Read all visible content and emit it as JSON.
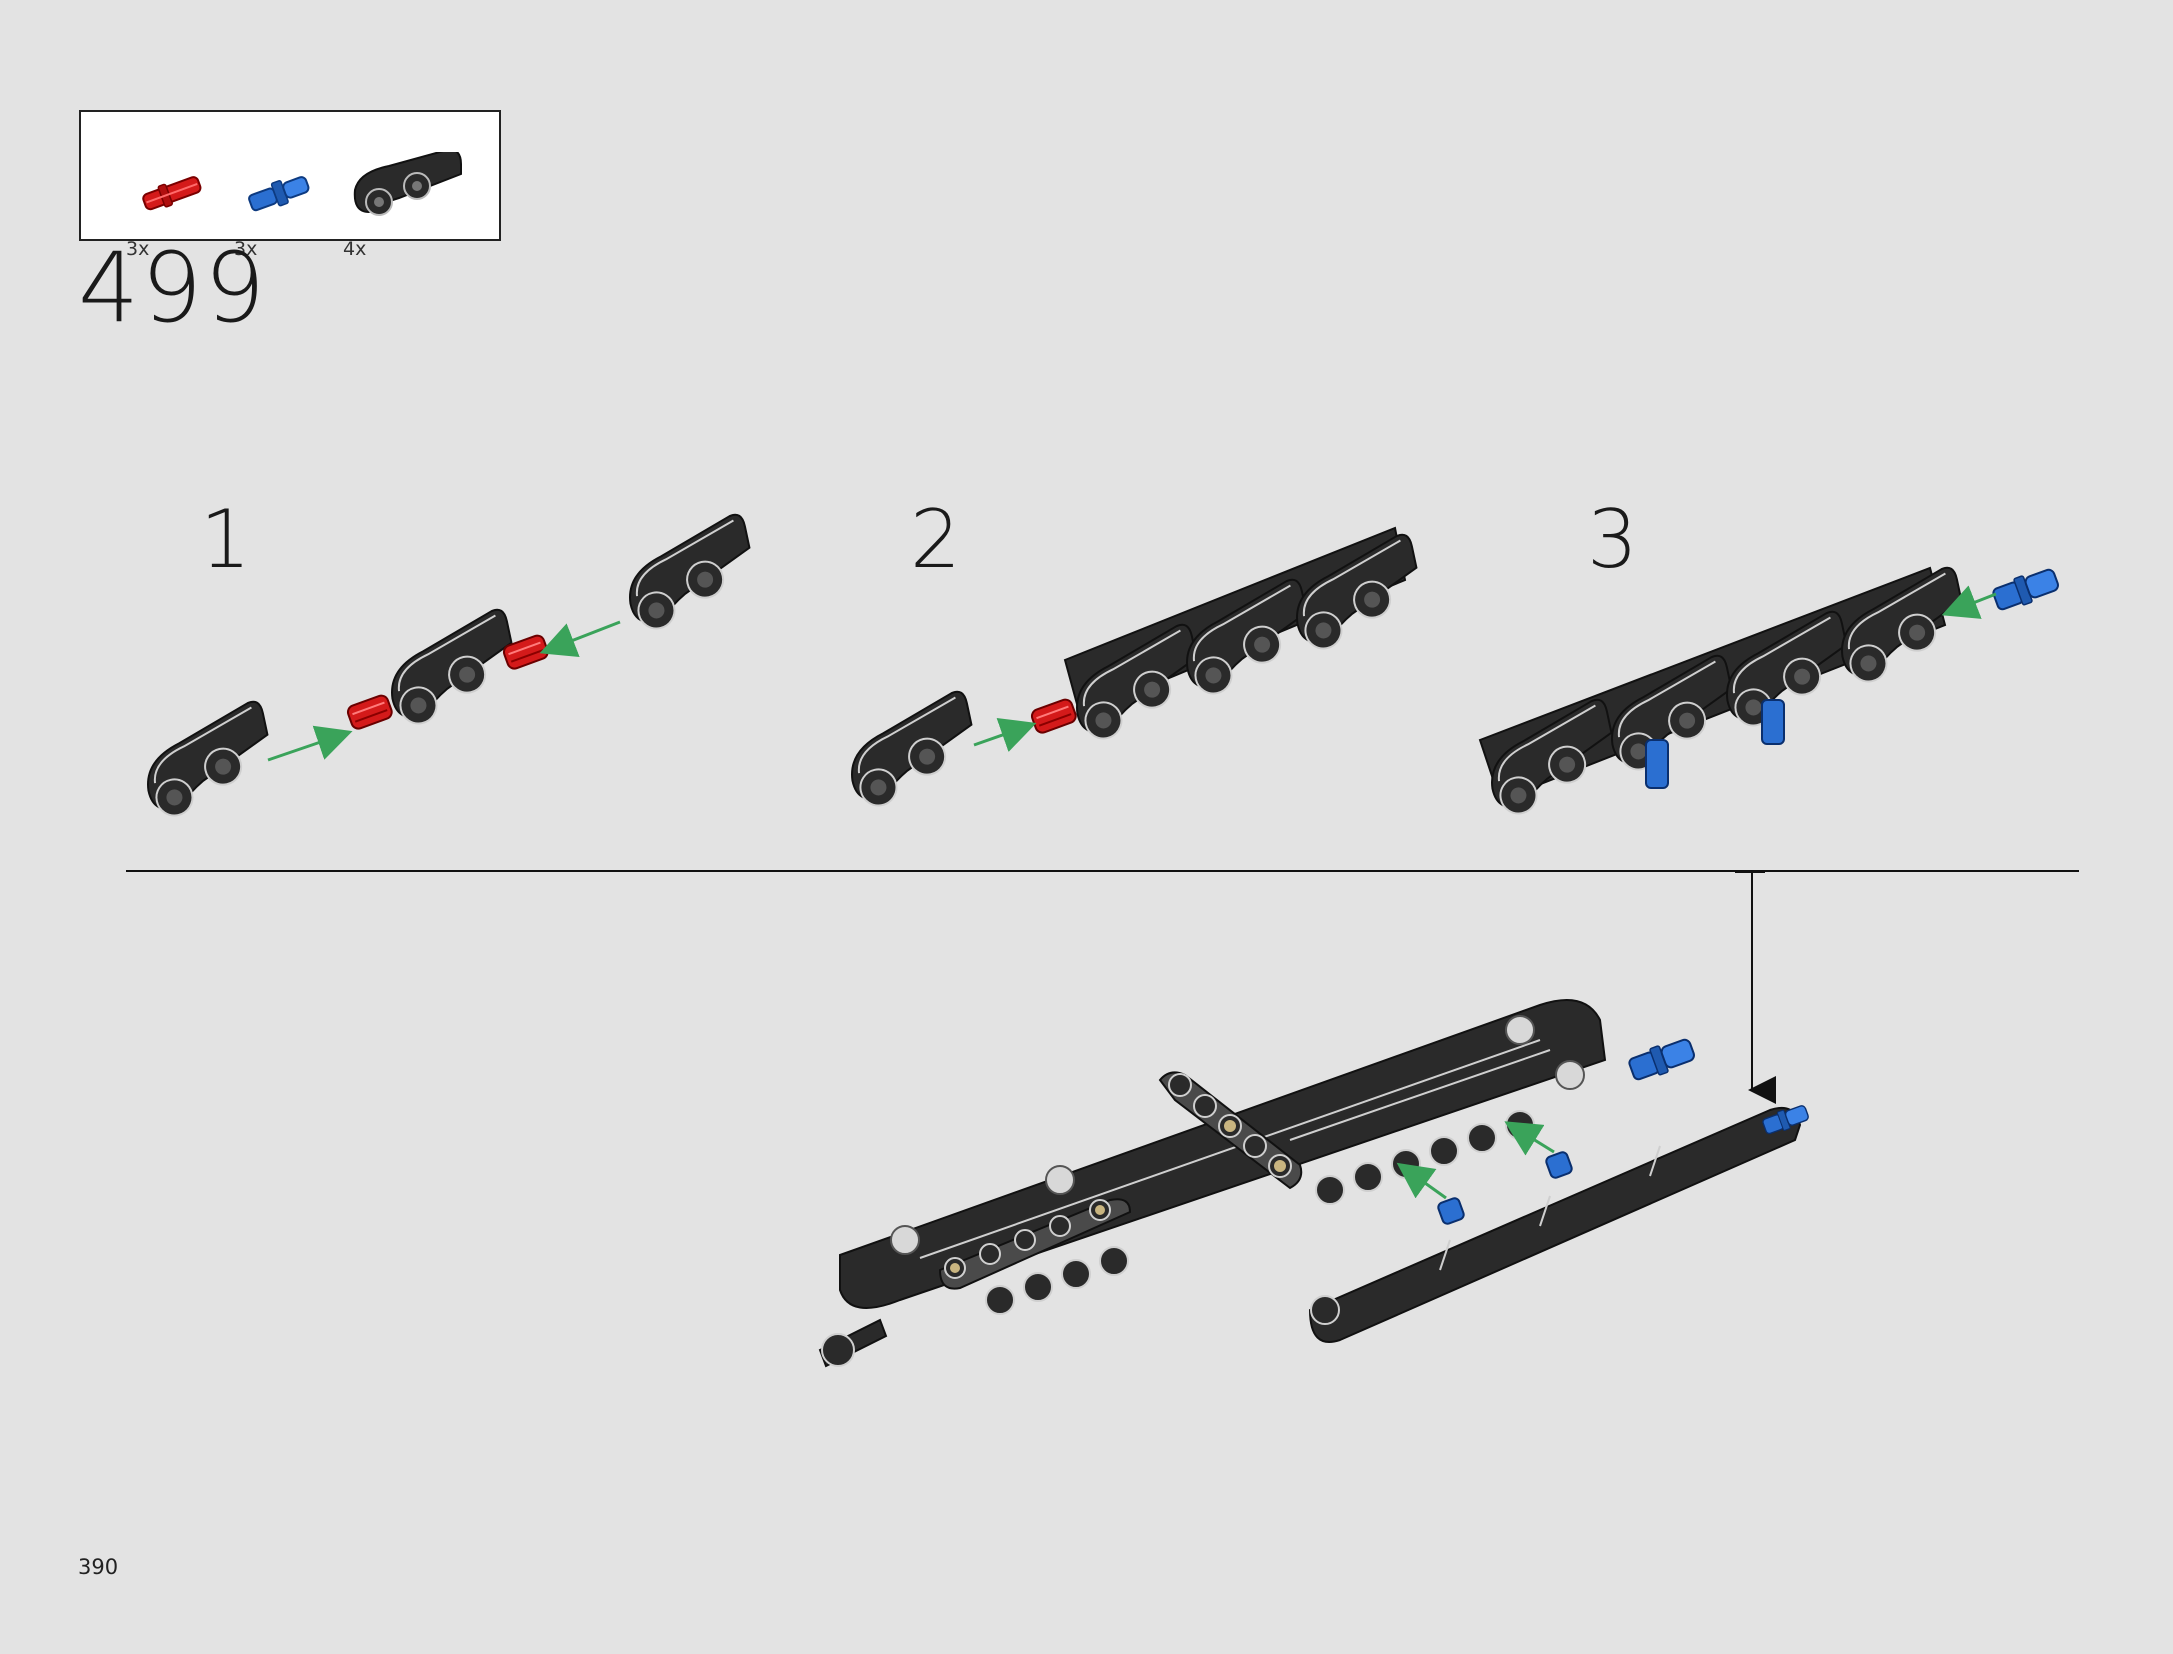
{
  "parts_list": {
    "items": [
      {
        "name": "red-axle-pin",
        "count": "3x",
        "color": "#d41a1a"
      },
      {
        "name": "blue-axle-pin",
        "count": "3x",
        "color": "#2b6fd1"
      },
      {
        "name": "black-curved-panel",
        "count": "4x",
        "color": "#2a2a2a"
      }
    ]
  },
  "step": {
    "number": "499"
  },
  "substeps": [
    {
      "number": "1"
    },
    {
      "number": "2"
    },
    {
      "number": "3"
    }
  ],
  "page": {
    "number": "390"
  },
  "colors": {
    "background": "#e3e3e3",
    "part_black": "#2a2a2a",
    "pin_red": "#d41a1a",
    "pin_blue": "#2b6fd1",
    "arrow_green": "#3aa35a",
    "beam_grey": "#4a4a4a"
  }
}
